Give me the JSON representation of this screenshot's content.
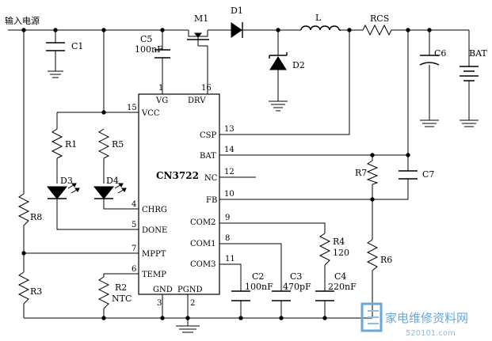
{
  "input_label": "输入电源",
  "chip": {
    "name": "CN3722",
    "pins": {
      "vg": "VG",
      "drv": "DRV",
      "vcc": "VCC",
      "csp": "CSP",
      "bat": "BAT",
      "nc": "NC",
      "fb": "FB",
      "chrg": "CHRG",
      "done": "DONE",
      "mppt": "MPPT",
      "temp": "TEMP",
      "com2": "COM2",
      "com1": "COM1",
      "com3": "COM3",
      "gnd": "GND",
      "pgnd": "PGND"
    },
    "pin_numbers": {
      "vg": "1",
      "drv": "16",
      "vcc": "15",
      "csp": "13",
      "bat": "14",
      "nc": "12",
      "fb": "10",
      "chrg": "4",
      "done": "5",
      "mppt": "7",
      "temp": "6",
      "com2": "9",
      "com1": "8",
      "com3": "11",
      "gnd": "3",
      "pgnd": "2"
    }
  },
  "components": {
    "c1": "C1",
    "c5": "C5",
    "c5_value": "100nF",
    "m1": "M1",
    "d1": "D1",
    "l": "L",
    "rcs": "RCS",
    "d2": "D2",
    "c6": "C6",
    "bat": "BAT",
    "r1": "R1",
    "r5": "R5",
    "d3": "D3",
    "d4": "D4",
    "r8": "R8",
    "r3": "R3",
    "r2": "R2",
    "ntc": "NTC",
    "r7": "R7",
    "c7": "C7",
    "r4": "R4",
    "r4_value": "120",
    "r6": "R6",
    "c2": "C2",
    "c2_value": "100nF",
    "c3": "C3",
    "c3_value": "470pF",
    "c4": "C4",
    "c4_value": "220nF"
  },
  "watermark": {
    "text": "家电维修资料网",
    "url": "520101.com"
  }
}
